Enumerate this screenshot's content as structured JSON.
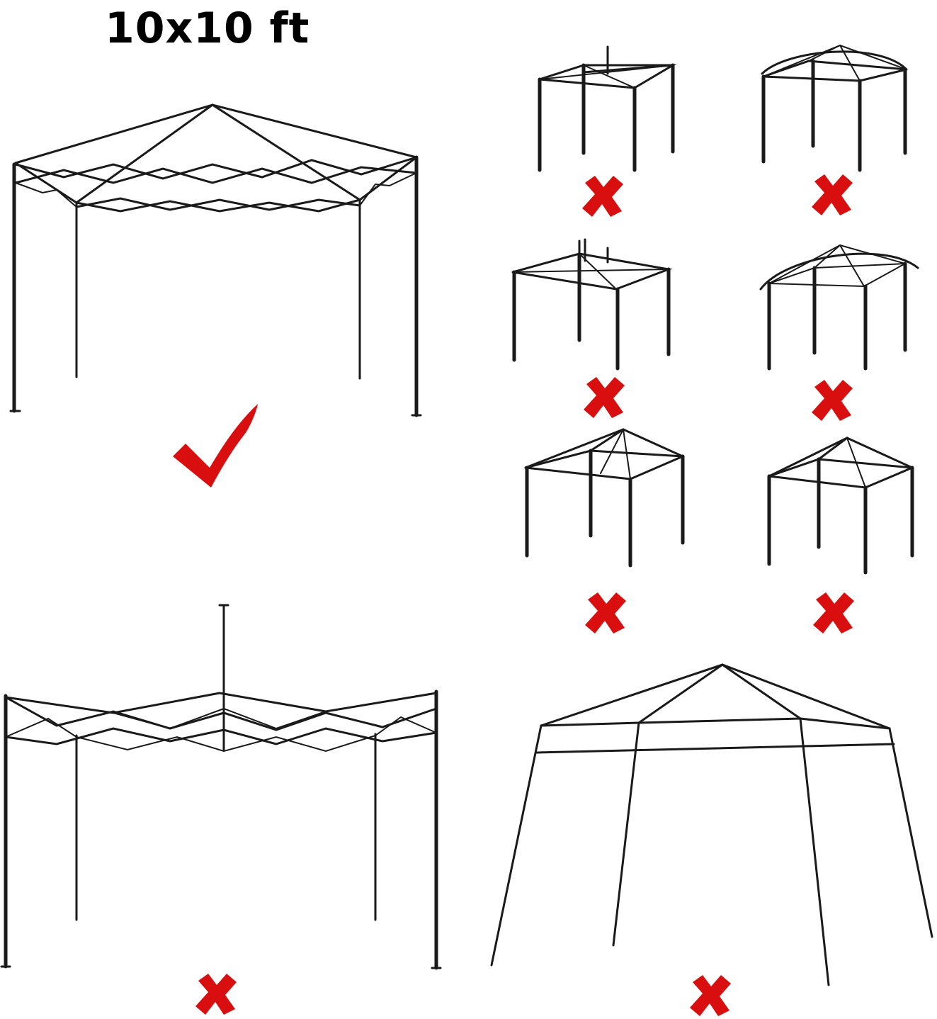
{
  "title": "10x10 ft",
  "colors": {
    "accent": "#d90f0f",
    "frame": "#1a1a1a",
    "background": "#ffffff"
  },
  "frames": [
    {
      "id": "pop-up-canopy-frame",
      "mark": "check-icon"
    },
    {
      "id": "flat-top-frame-with-pole",
      "mark": "cross-icon"
    },
    {
      "id": "dome-top-frame",
      "mark": "cross-icon"
    },
    {
      "id": "flat-top-frame-with-pole-short",
      "mark": "cross-icon"
    },
    {
      "id": "arched-dome-frame",
      "mark": "cross-icon"
    },
    {
      "id": "gazebo-peak-frame",
      "mark": "cross-icon"
    },
    {
      "id": "gazebo-peak-frame-tall",
      "mark": "cross-icon"
    },
    {
      "id": "pop-up-frame-with-center-pole",
      "mark": "cross-icon"
    },
    {
      "id": "slant-leg-canopy-frame",
      "mark": "cross-icon"
    }
  ]
}
